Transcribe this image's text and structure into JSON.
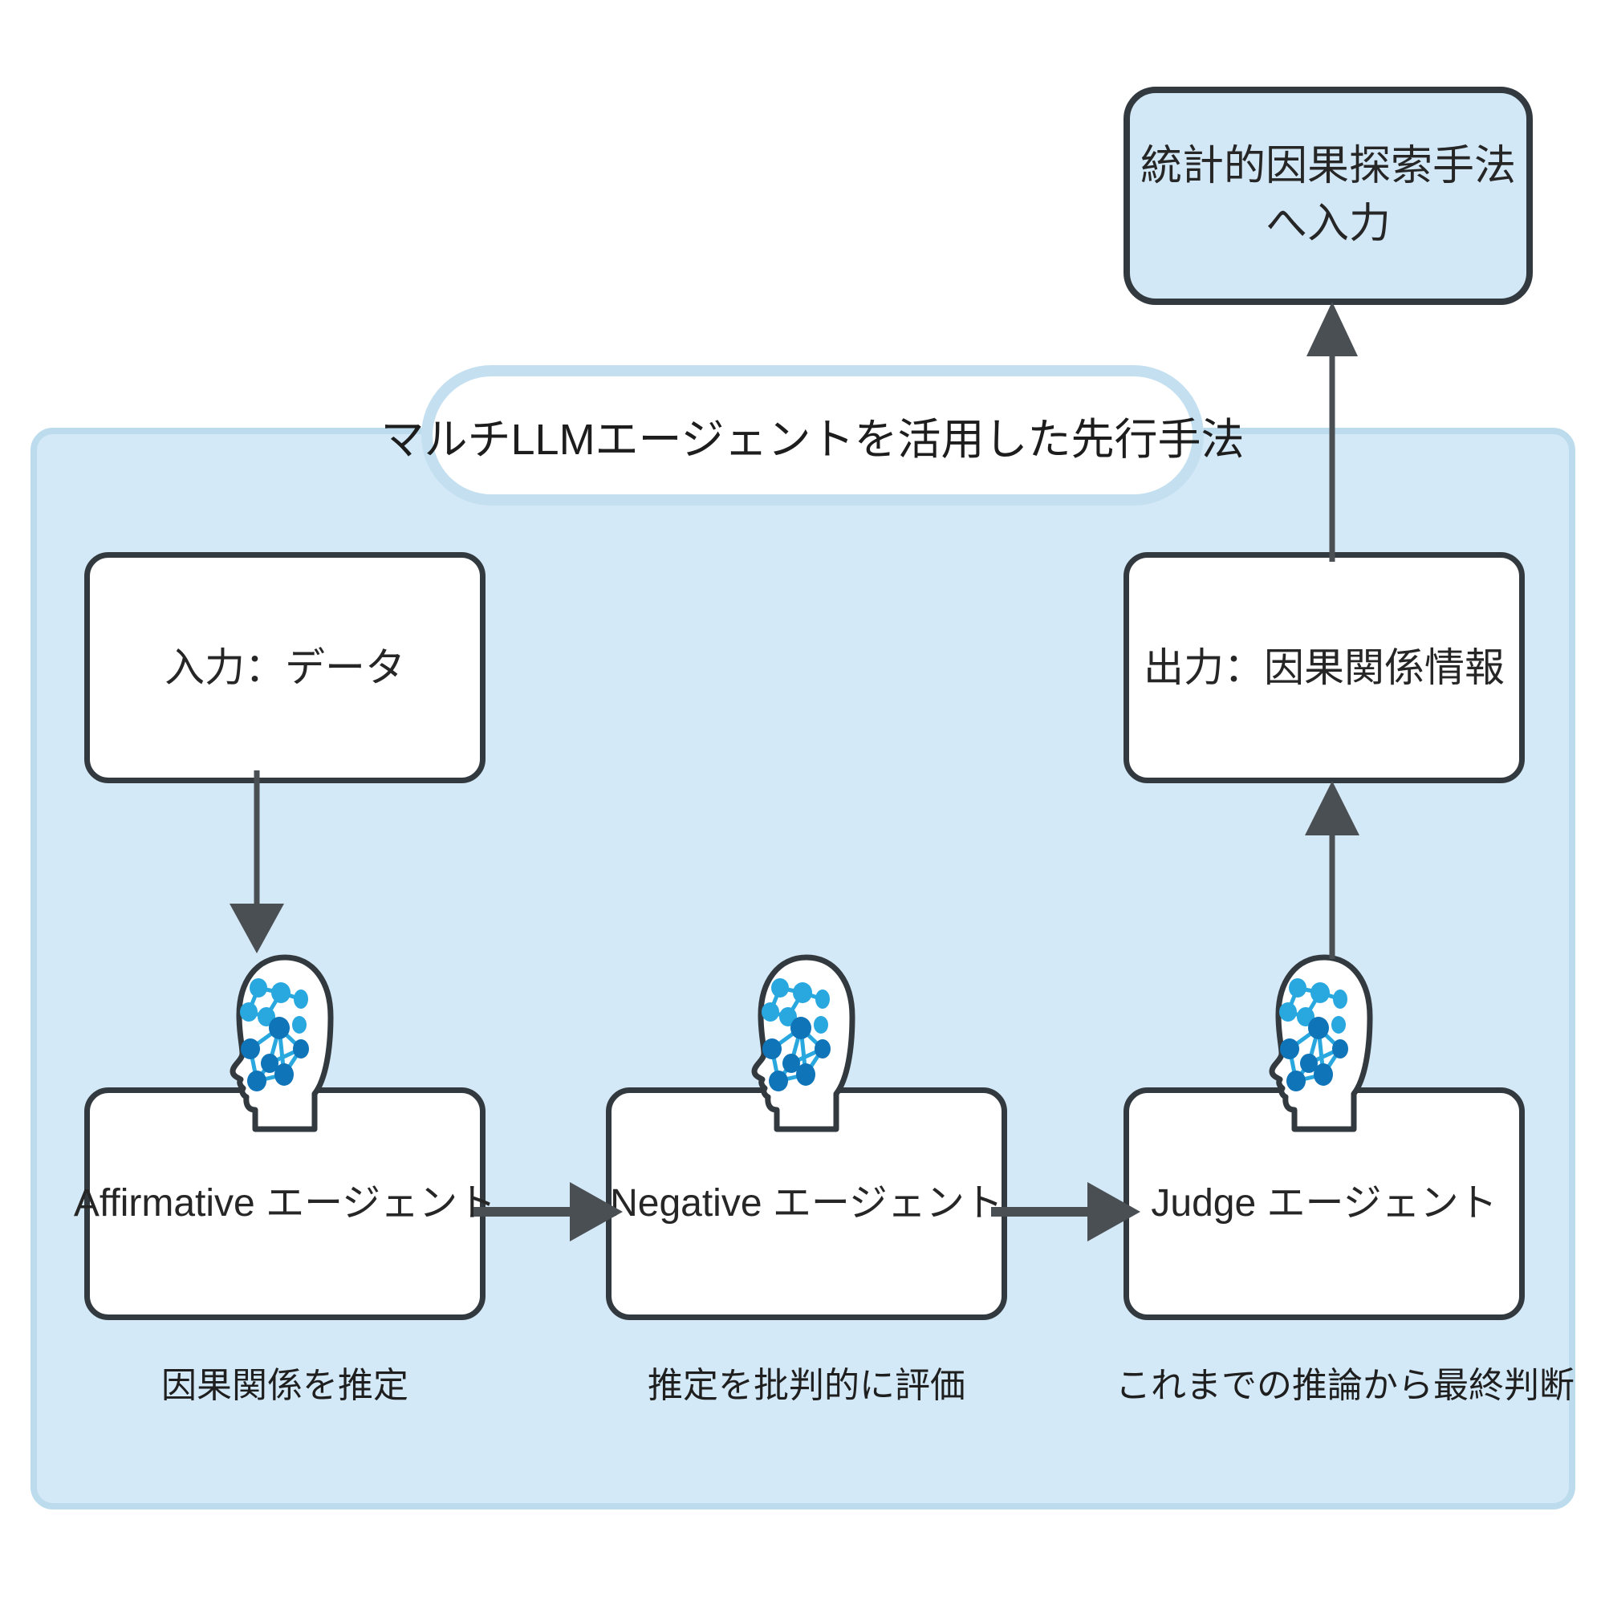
{
  "diagram": {
    "title_box": {
      "line1": "統計的因果探索手法",
      "line2": "へ入力"
    },
    "banner": {
      "label": "マルチLLMエージェントを活用した先行手法"
    },
    "io": {
      "input_label": "入力：データ",
      "output_label": "出力：因果関係情報"
    },
    "agents": [
      {
        "name": "Affirmative エージェント",
        "caption": "因果関係を推定",
        "icon": "head-network-icon"
      },
      {
        "name": "Negative エージェント",
        "caption": "推定を批判的に評価",
        "icon": "head-network-icon"
      },
      {
        "name": "Judge エージェント",
        "caption": "これまでの推論から最終判断",
        "icon": "head-network-icon"
      }
    ],
    "arrows": [
      {
        "name": "input-to-affirmative",
        "direction": "down"
      },
      {
        "name": "affirmative-to-negative",
        "direction": "right"
      },
      {
        "name": "negative-to-judge",
        "direction": "right"
      },
      {
        "name": "judge-to-output",
        "direction": "up"
      },
      {
        "name": "output-to-statistical-method",
        "direction": "up"
      }
    ],
    "colors": {
      "container_fill": "#d4e9f7",
      "container_border": "#bcdcee",
      "node_border": "#333a3f",
      "node_fill": "#ffffff",
      "stat_box_fill": "#d3e8f6",
      "banner_border": "#c4e0f0",
      "arrow": "#4a4f54",
      "network_light": "#29a8e0",
      "network_dark": "#0f74b8"
    }
  }
}
